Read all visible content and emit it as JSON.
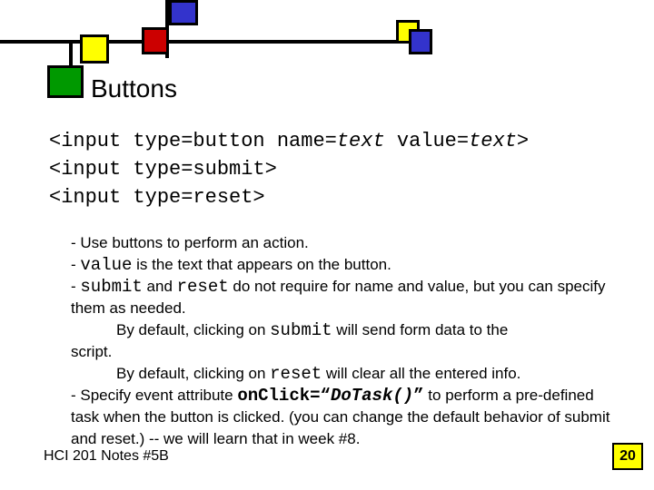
{
  "slide": {
    "title": "Buttons",
    "code_lines": [
      {
        "prefix": "<input type=button name=",
        "name_var": "text",
        "mid": " value=",
        "value_var": "text",
        "suffix": ">"
      },
      {
        "text": "<input type=submit>"
      },
      {
        "text": "<input type=reset>"
      }
    ],
    "notes": {
      "line1": "- Use buttons to perform an action.",
      "line2_prefix": "- ",
      "line2_code": "value",
      "line2_suffix": " is the text that appears on the button.",
      "line3_prefix": "- ",
      "line3_code1": "submit",
      "line3_mid": " and ",
      "line3_code2": "reset",
      "line3_suffix": " do not require for name and value, but you can specify them as needed.",
      "line4_prefix": "By default, clicking on ",
      "line4_code": "submit",
      "line4_suffix": " will send form data to the",
      "line4_cont": "script.",
      "line5_prefix": "By default, clicking on ",
      "line5_code": "reset",
      "line5_suffix": " will clear all the entered info.",
      "line6_prefix": "- Specify event attribute ",
      "line6_code_bold": "onClick=“",
      "line6_code_italic": "DoTask()",
      "line6_code_end": "”",
      "line6_suffix": " to perform a pre-defined task when the button is clicked. (you can change the default behavior of submit and reset.) -- we will learn that in week #8."
    },
    "footer": {
      "course": "HCI 201 Notes #5B",
      "page": "20"
    },
    "colors": {
      "blue": "#3333cc",
      "yellow": "#ffff00",
      "red": "#cc0000",
      "green": "#009900"
    }
  }
}
